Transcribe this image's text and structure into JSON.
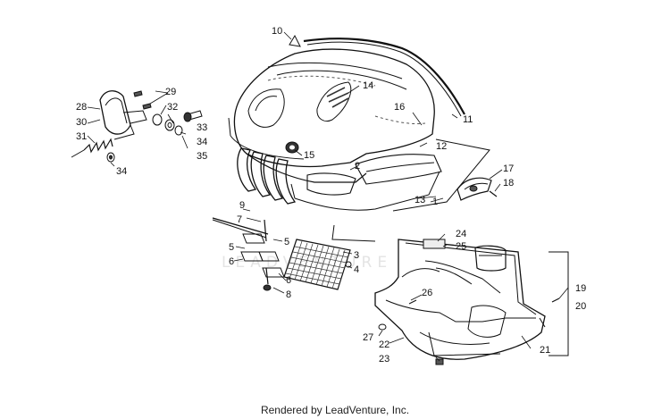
{
  "footer": {
    "text": "Rendered by LeadVenture, Inc."
  },
  "watermark": {
    "text": "LEADVENTURE"
  },
  "colors": {
    "line": "#111111",
    "shade": "#555555",
    "watermark": "#e4e4e4"
  },
  "callouts": {
    "c1": "1",
    "c2": "2",
    "c3": "3",
    "c4": "4",
    "c5a": "5",
    "c5b": "5",
    "c6a": "6",
    "c6b": "6",
    "c7": "7",
    "c8": "8",
    "c9": "9",
    "c10": "10",
    "c11": "11",
    "c12": "12",
    "c13": "13",
    "c14": "14",
    "c15": "15",
    "c16": "16",
    "c17": "17",
    "c18": "18",
    "c19": "19",
    "c20": "20",
    "c21": "21",
    "c22": "22",
    "c23": "23",
    "c24": "24",
    "c25": "25",
    "c26": "26",
    "c27": "27",
    "c28": "28",
    "c29": "29",
    "c30": "30",
    "c31": "31",
    "c32": "32",
    "c33": "33",
    "c34a": "34",
    "c34b": "34",
    "c35": "35"
  }
}
